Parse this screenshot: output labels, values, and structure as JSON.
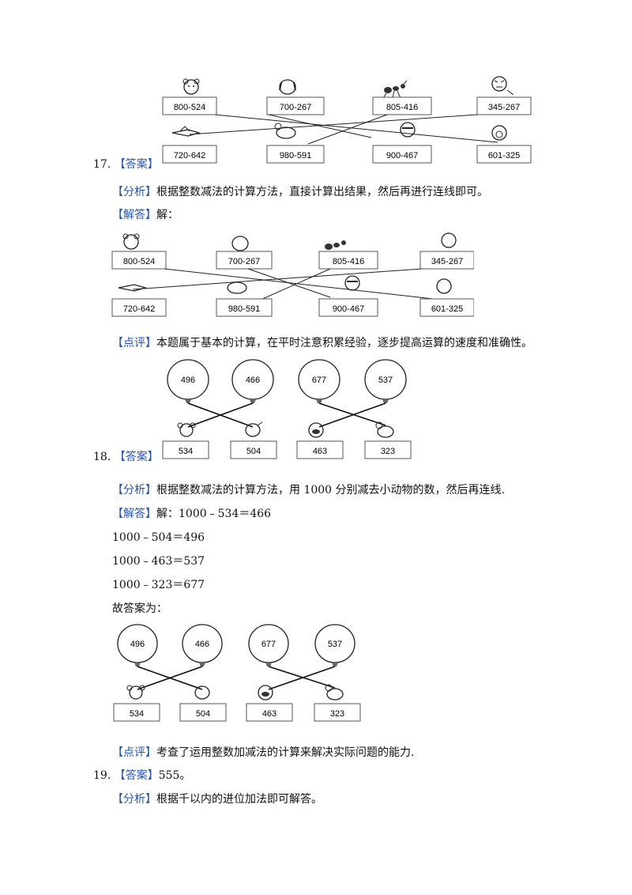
{
  "q17": {
    "number": "17.",
    "answer_tag": "【答案】",
    "analysis_tag": "【分析】",
    "analysis_text": "根据整数减法的计算方法，直接计算出结果，然后再进行连线即可。",
    "solution_tag": "【解答】",
    "solution_text": "解：",
    "comment_tag": "【点评】",
    "comment_text": "本题属于基本的计算，在平时注意积累经验，逐步提高运算的速度和准确性。",
    "top_exprs": [
      "800-524",
      "700-267",
      "805-416",
      "345-267"
    ],
    "bottom_exprs": [
      "720-642",
      "980-591",
      "900-467",
      "601-325"
    ]
  },
  "q18": {
    "number": "18.",
    "answer_tag": "【答案】",
    "analysis_tag": "【分析】",
    "analysis_text": "根据整数减法的计算方法，用 1000 分别减去小动物的数，然后再连线.",
    "solution_tag": "【解答】",
    "solution_lines": [
      "解：1000﹣534＝466",
      "1000﹣504＝496",
      "1000﹣463＝537",
      "1000﹣323＝677"
    ],
    "conclusion": "故答案为：",
    "comment_tag": "【点评】",
    "comment_text": "考查了运用整数加减法的计算来解决实际问题的能力.",
    "balloons": [
      "496",
      "466",
      "677",
      "537"
    ],
    "animals": [
      "534",
      "504",
      "463",
      "323"
    ]
  },
  "q19": {
    "number": "19.",
    "answer_tag": "【答案】",
    "answer_text": "555。",
    "analysis_tag": "【分析】",
    "analysis_text": "根据千以内的进位加法即可解答。"
  }
}
